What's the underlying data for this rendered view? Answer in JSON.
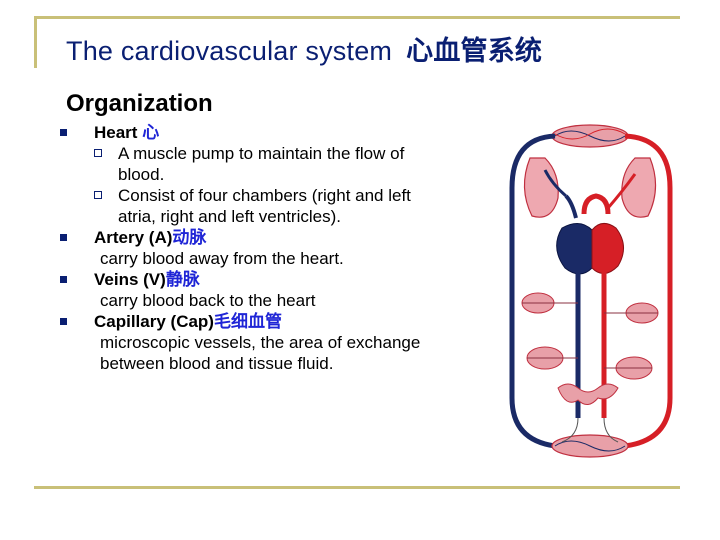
{
  "slide": {
    "title_en": "The cardiovascular system",
    "title_zh": "心血管系统",
    "heading": "Organization",
    "items": [
      {
        "term": "Heart ",
        "term_zh": "心",
        "subitems": [
          "A muscle pump to maintain the flow of blood.",
          "Consist of four chambers (right and left atria, right and left ventricles)."
        ]
      },
      {
        "term": "Artery (A)",
        "term_zh": "动脉",
        "desc": "carry blood away from the heart."
      },
      {
        "term": "Veins (V)",
        "term_zh": "静脉",
        "desc": "carry blood back to the heart"
      },
      {
        "term": "Capillary (Cap)",
        "term_zh": "毛细血管",
        "desc": "microscopic vessels, the area of exchange between blood and tissue fluid."
      }
    ]
  },
  "colors": {
    "title": "#0a1f72",
    "accent_zh": "#1f25d6",
    "frame": "#c9c078",
    "artery": "#d61f26",
    "vein": "#1a2a66",
    "capillary_bed": "#e8a0a8"
  }
}
